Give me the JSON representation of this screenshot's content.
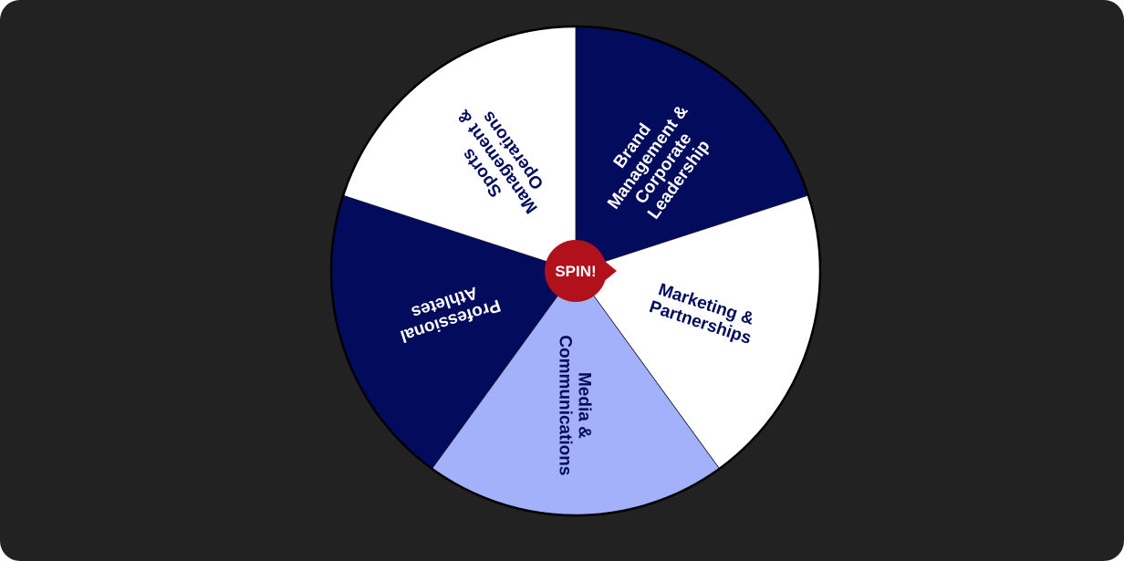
{
  "wheel": {
    "spin_label": "SPIN!",
    "colors": {
      "background": "#222222",
      "navy": "#020b5c",
      "white": "#ffffff",
      "periwinkle": "#a3b1fb",
      "spin_button": "#b0111b",
      "rim": "#000000"
    },
    "segments": [
      {
        "name": "brand-management",
        "fill": "#020b5c",
        "text_color": "#ffffff",
        "lines": [
          "Brand",
          "Management &",
          "Corporate",
          "Leadership"
        ]
      },
      {
        "name": "marketing",
        "fill": "#ffffff",
        "text_color": "#020b5c",
        "lines": [
          "Marketing &",
          "Partnerships"
        ]
      },
      {
        "name": "media",
        "fill": "#a3b1fb",
        "text_color": "#020b5c",
        "lines": [
          "Media &",
          "Communications"
        ]
      },
      {
        "name": "professional-athletes",
        "fill": "#020b5c",
        "text_color": "#ffffff",
        "lines": [
          "Professional",
          "Athletes"
        ]
      },
      {
        "name": "sports-management",
        "fill": "#ffffff",
        "text_color": "#020b5c",
        "lines": [
          "Sports",
          "Management &",
          "Operations"
        ]
      }
    ]
  }
}
